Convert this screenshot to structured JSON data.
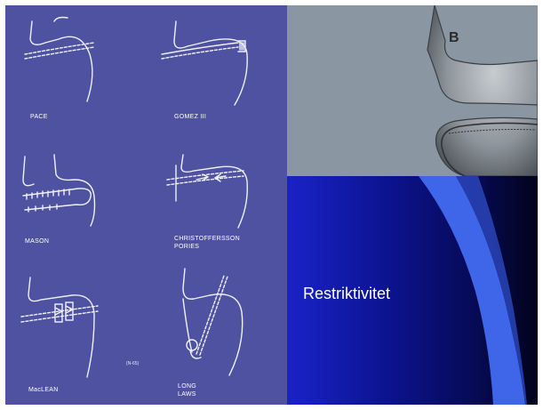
{
  "slide": {
    "title": "Restriktivitet",
    "photo_letter": "B",
    "diagrams": [
      {
        "label": "PACE"
      },
      {
        "label": "GOMEZ III"
      },
      {
        "label": "MASON"
      },
      {
        "label": "CHRISTOFFERSSON\nPORIES"
      },
      {
        "label": "MacLEAN"
      },
      {
        "label": "LONG\nLAWS"
      }
    ],
    "note": "(N-65)"
  },
  "colors": {
    "diagram_bg": "#4f52a0",
    "title_bg_start": "#1a22c8",
    "title_bg_end": "#02031a",
    "accent_curve": "#4670ee"
  }
}
